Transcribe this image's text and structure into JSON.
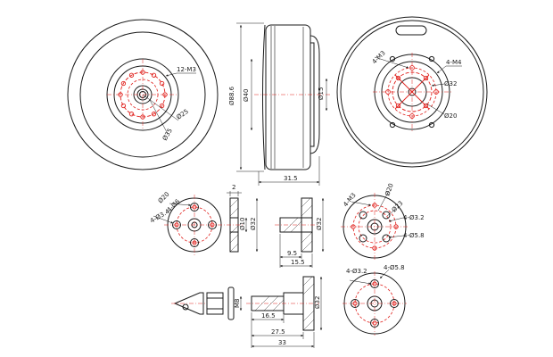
{
  "labels": {
    "front_12m3": "12-M3",
    "front_d25": "Ø25",
    "front_d35": "Ø35",
    "side_d886": "Ø88.6",
    "side_d40": "Ø40",
    "side_d15": "Ø15",
    "side_315": "31.5",
    "back_4m3": "4-M3",
    "back_4m4": "4-M4",
    "back_d32": "Ø32",
    "back_d20": "Ø20",
    "adapter_4d6": "4-Ø6",
    "adapter_d20": "Ø20",
    "adapter_4d34": "4-Ø3.4",
    "adapter_d10": "Ø10",
    "adapter_d32": "Ø32",
    "adapter_2": "2",
    "shaft_d32": "Ø32",
    "shaft_95": "9.5",
    "shaft_155": "15.5",
    "flange_4m3": "4-M3",
    "flange_d20": "Ø20",
    "flange_d23": "Ø23",
    "flange_4d32": "4-Ø3.2",
    "flange_4d58": "4-Ø5.8",
    "prop_m8": "M8",
    "prop_d32": "Ø32",
    "prop_165": "16.5",
    "prop_275": "27.5",
    "prop_33": "33",
    "prop_4d32": "4-Ø3.2",
    "prop_4d58": "4-Ø5.8"
  },
  "colors": {
    "line": "#1a1a1a",
    "accent": "#e0201c"
  }
}
